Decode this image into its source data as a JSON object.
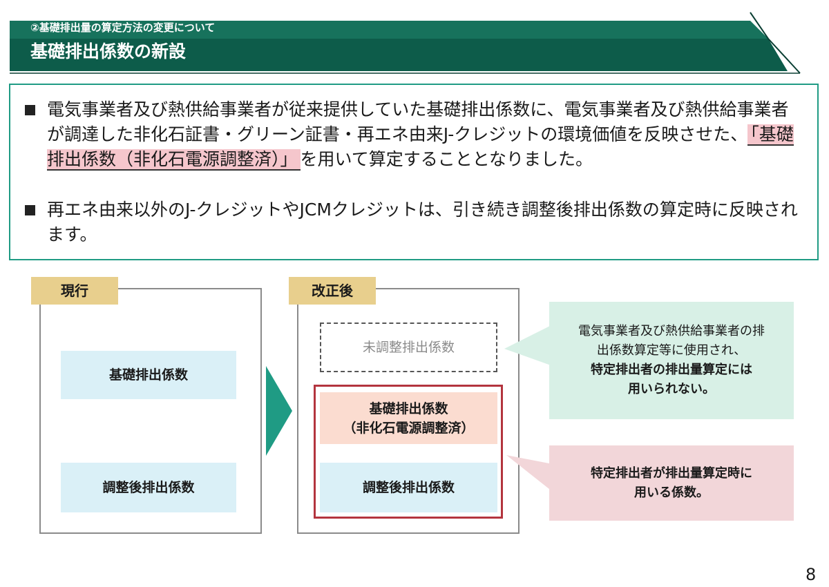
{
  "header": {
    "subtitle": "②基礎排出量の算定方法の変更について",
    "title": "基礎排出係数の新設"
  },
  "bullets": {
    "item1_before": "電気事業者及び熱供給事業者が従来提供していた基礎排出係数に、電気事業者及び熱供給事業者が調達した非化石証書・グリーン証書・再エネ由来J-クレジットの環境価値を反映させた、",
    "item1_highlight": "「基礎排出係数（非化石電源調整済）」",
    "item1_after": "を用いて算定することとなりました。",
    "item2": "再エネ由来以外のJ-クレジットやJCMクレジットは、引き続き調整後排出係数の算定時に反映されます。"
  },
  "current": {
    "label": "現行",
    "basic": "基礎排出係数",
    "adjusted": "調整後排出係数"
  },
  "revised": {
    "label": "改正後",
    "unadjusted": "未調整排出係数",
    "basic_line1": "基礎排出係数",
    "basic_line2": "（非化石電源調整済）",
    "adjusted": "調整後排出係数"
  },
  "callouts": {
    "green_line1": "電気事業者及び熱供給事業者の排",
    "green_line2": "出係数算定等に使用され、",
    "green_bold1": "特定排出者の排出量算定には",
    "green_bold2": "用いられない。",
    "pink_line1": "特定排出者が排出量算定時に",
    "pink_line2": "用いる係数。"
  },
  "page_number": "8",
  "colors": {
    "header_dark": "#0d5c4a",
    "header_mid": "#17725c",
    "accent_teal": "#1f9b84",
    "label_gold": "#e8cf8d",
    "box_blue": "#daf0f7",
    "box_peach": "#fbdcd0",
    "frame_red": "#b3343e",
    "callout_green": "#d8f0e6",
    "callout_pink": "#f2d6d9"
  }
}
